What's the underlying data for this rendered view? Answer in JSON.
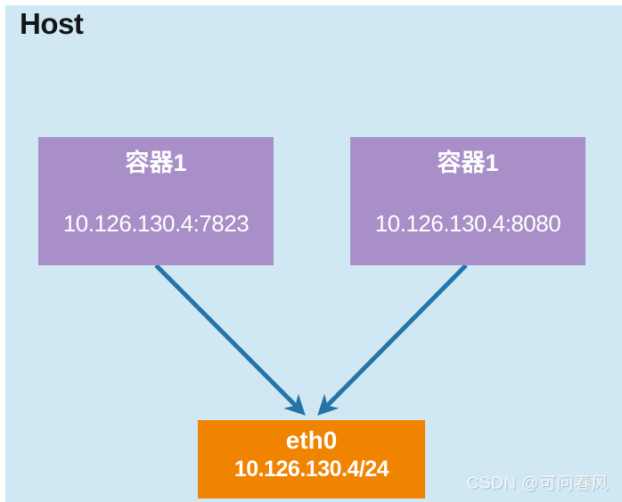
{
  "host": {
    "label": "Host"
  },
  "containers": [
    {
      "title": "容器1",
      "address": "10.126.130.4:7823"
    },
    {
      "title": "容器1",
      "address": "10.126.130.4:8080"
    }
  ],
  "interface": {
    "title": "eth0",
    "address": "10.126.130.4/24"
  },
  "edges": [
    {
      "from": "容器1 (10.126.130.4:7823)",
      "to": "eth0 (10.126.130.4/24)"
    },
    {
      "from": "容器1 (10.126.130.4:8080)",
      "to": "eth0 (10.126.130.4/24)"
    }
  ],
  "watermark": "CSDN @可问春风",
  "colors": {
    "canvas_bg": "#cfe8f3",
    "container_fill": "#a88fc7",
    "interface_fill": "#f08300",
    "arrow": "#2673a8",
    "text_light": "#ffffff",
    "host_text": "#151515"
  }
}
